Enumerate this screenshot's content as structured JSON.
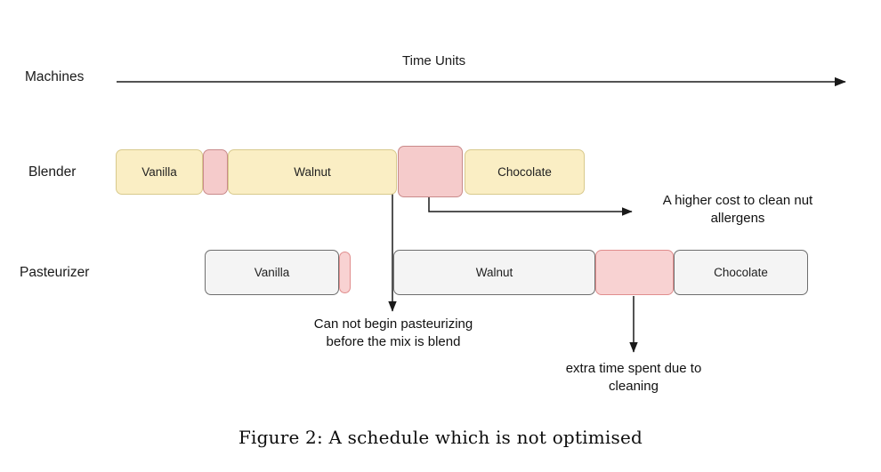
{
  "chart_data": {
    "type": "bar",
    "title": "A schedule which is not optimised",
    "xlabel": "Time Units",
    "ylabel": "Machines",
    "grid": false,
    "legend": "none",
    "orientation": "horizontal-gantt",
    "series": [
      {
        "name": "Blender",
        "tasks": [
          {
            "label": "Vanilla",
            "kind": "job",
            "start": 130,
            "end": 228
          },
          {
            "label": "",
            "kind": "cleaning",
            "start": 228,
            "end": 256
          },
          {
            "label": "Walnut",
            "kind": "job",
            "start": 256,
            "end": 446
          },
          {
            "label": "",
            "kind": "cleaning",
            "start": 447,
            "end": 520
          },
          {
            "label": "Chocolate",
            "kind": "job",
            "start": 522,
            "end": 657
          }
        ]
      },
      {
        "name": "Pasteurizer",
        "tasks": [
          {
            "label": "Vanilla",
            "kind": "job",
            "start": 230,
            "end": 381
          },
          {
            "label": "",
            "kind": "cleaning",
            "start": 381,
            "end": 394
          },
          {
            "label": "Walnut",
            "kind": "job",
            "start": 442,
            "end": 669
          },
          {
            "label": "",
            "kind": "cleaning",
            "start": 669,
            "end": 757
          },
          {
            "label": "Chocolate",
            "kind": "job",
            "start": 757,
            "end": 908
          }
        ]
      }
    ]
  },
  "axis": {
    "machines_label": "Machines",
    "time_label": "Time Units"
  },
  "rows": {
    "blender_label": "Blender",
    "pasteurizer_label": "Pasteurizer"
  },
  "bars": {
    "blender": {
      "vanilla": "Vanilla",
      "walnut": "Walnut",
      "chocolate": "Chocolate"
    },
    "pasteurizer": {
      "vanilla": "Vanilla",
      "walnut": "Walnut",
      "chocolate": "Chocolate"
    }
  },
  "annotations": {
    "allergen_cost": "A higher cost to clean nut allergens",
    "precedence": "Can not begin pasteurizing before the mix is blend",
    "extra_cleaning": "extra time spent due to cleaning"
  },
  "caption": "Figure 2: A schedule which is not optimised",
  "colors": {
    "job_yellow_fill": "#faeec4",
    "job_yellow_border": "#d8c98c",
    "cleaning_pink_fill": "#f5cbcb",
    "cleaning_pink_border": "#c98a8a",
    "job_grey_fill": "#f4f4f4",
    "job_grey_border": "#6e6e6e",
    "cleaning_grey_row_fill": "#f8d2d2",
    "cleaning_grey_row_border": "#e08d8d",
    "text": "#111111",
    "arrow": "#1a1a1a"
  }
}
